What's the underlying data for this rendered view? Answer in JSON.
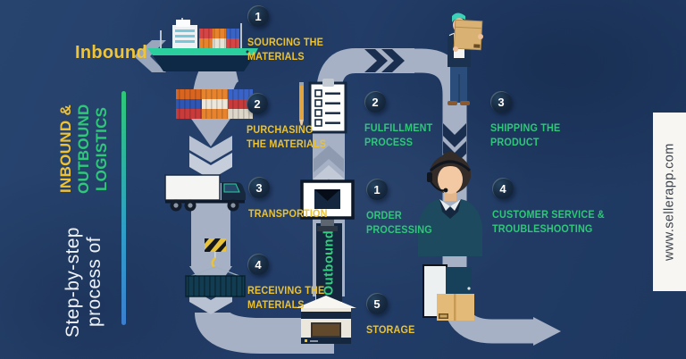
{
  "brand": {
    "website": "www.sellerapp.com"
  },
  "title": {
    "prefix": "Step-by-step process of",
    "inbound": "INBOUND & ",
    "outbound": "OUTBOUND LOGISTICS"
  },
  "directions": {
    "inbound": "Inbound",
    "outbound": "Outbound"
  },
  "inbound_steps": [
    {
      "num": "1",
      "label": "SOURCING THE\nMATERIALS"
    },
    {
      "num": "2",
      "label": "PURCHASING\nTHE MATERIALS"
    },
    {
      "num": "3",
      "label": "TRANSPORTION"
    },
    {
      "num": "4",
      "label": "RECEIVING THE\nMATERIALS"
    },
    {
      "num": "5",
      "label": "STORAGE"
    }
  ],
  "outbound_steps": [
    {
      "num": "1",
      "label": "ORDER\nPROCESSING"
    },
    {
      "num": "2",
      "label": "FULFILLMENT\nPROCESS"
    },
    {
      "num": "3",
      "label": "SHIPPING THE\nPRODUCT"
    },
    {
      "num": "4",
      "label": "CUSTOMER SERVICE &\nTROUBLESHOOTING"
    }
  ],
  "colors": {
    "background": "#223d68",
    "path_gray": "#a7b1c5",
    "inbound_accent": "#ecc230",
    "outbound_accent": "#2ec878",
    "badge_navy": "#16293f",
    "strip_white": "#f7f6f2"
  }
}
